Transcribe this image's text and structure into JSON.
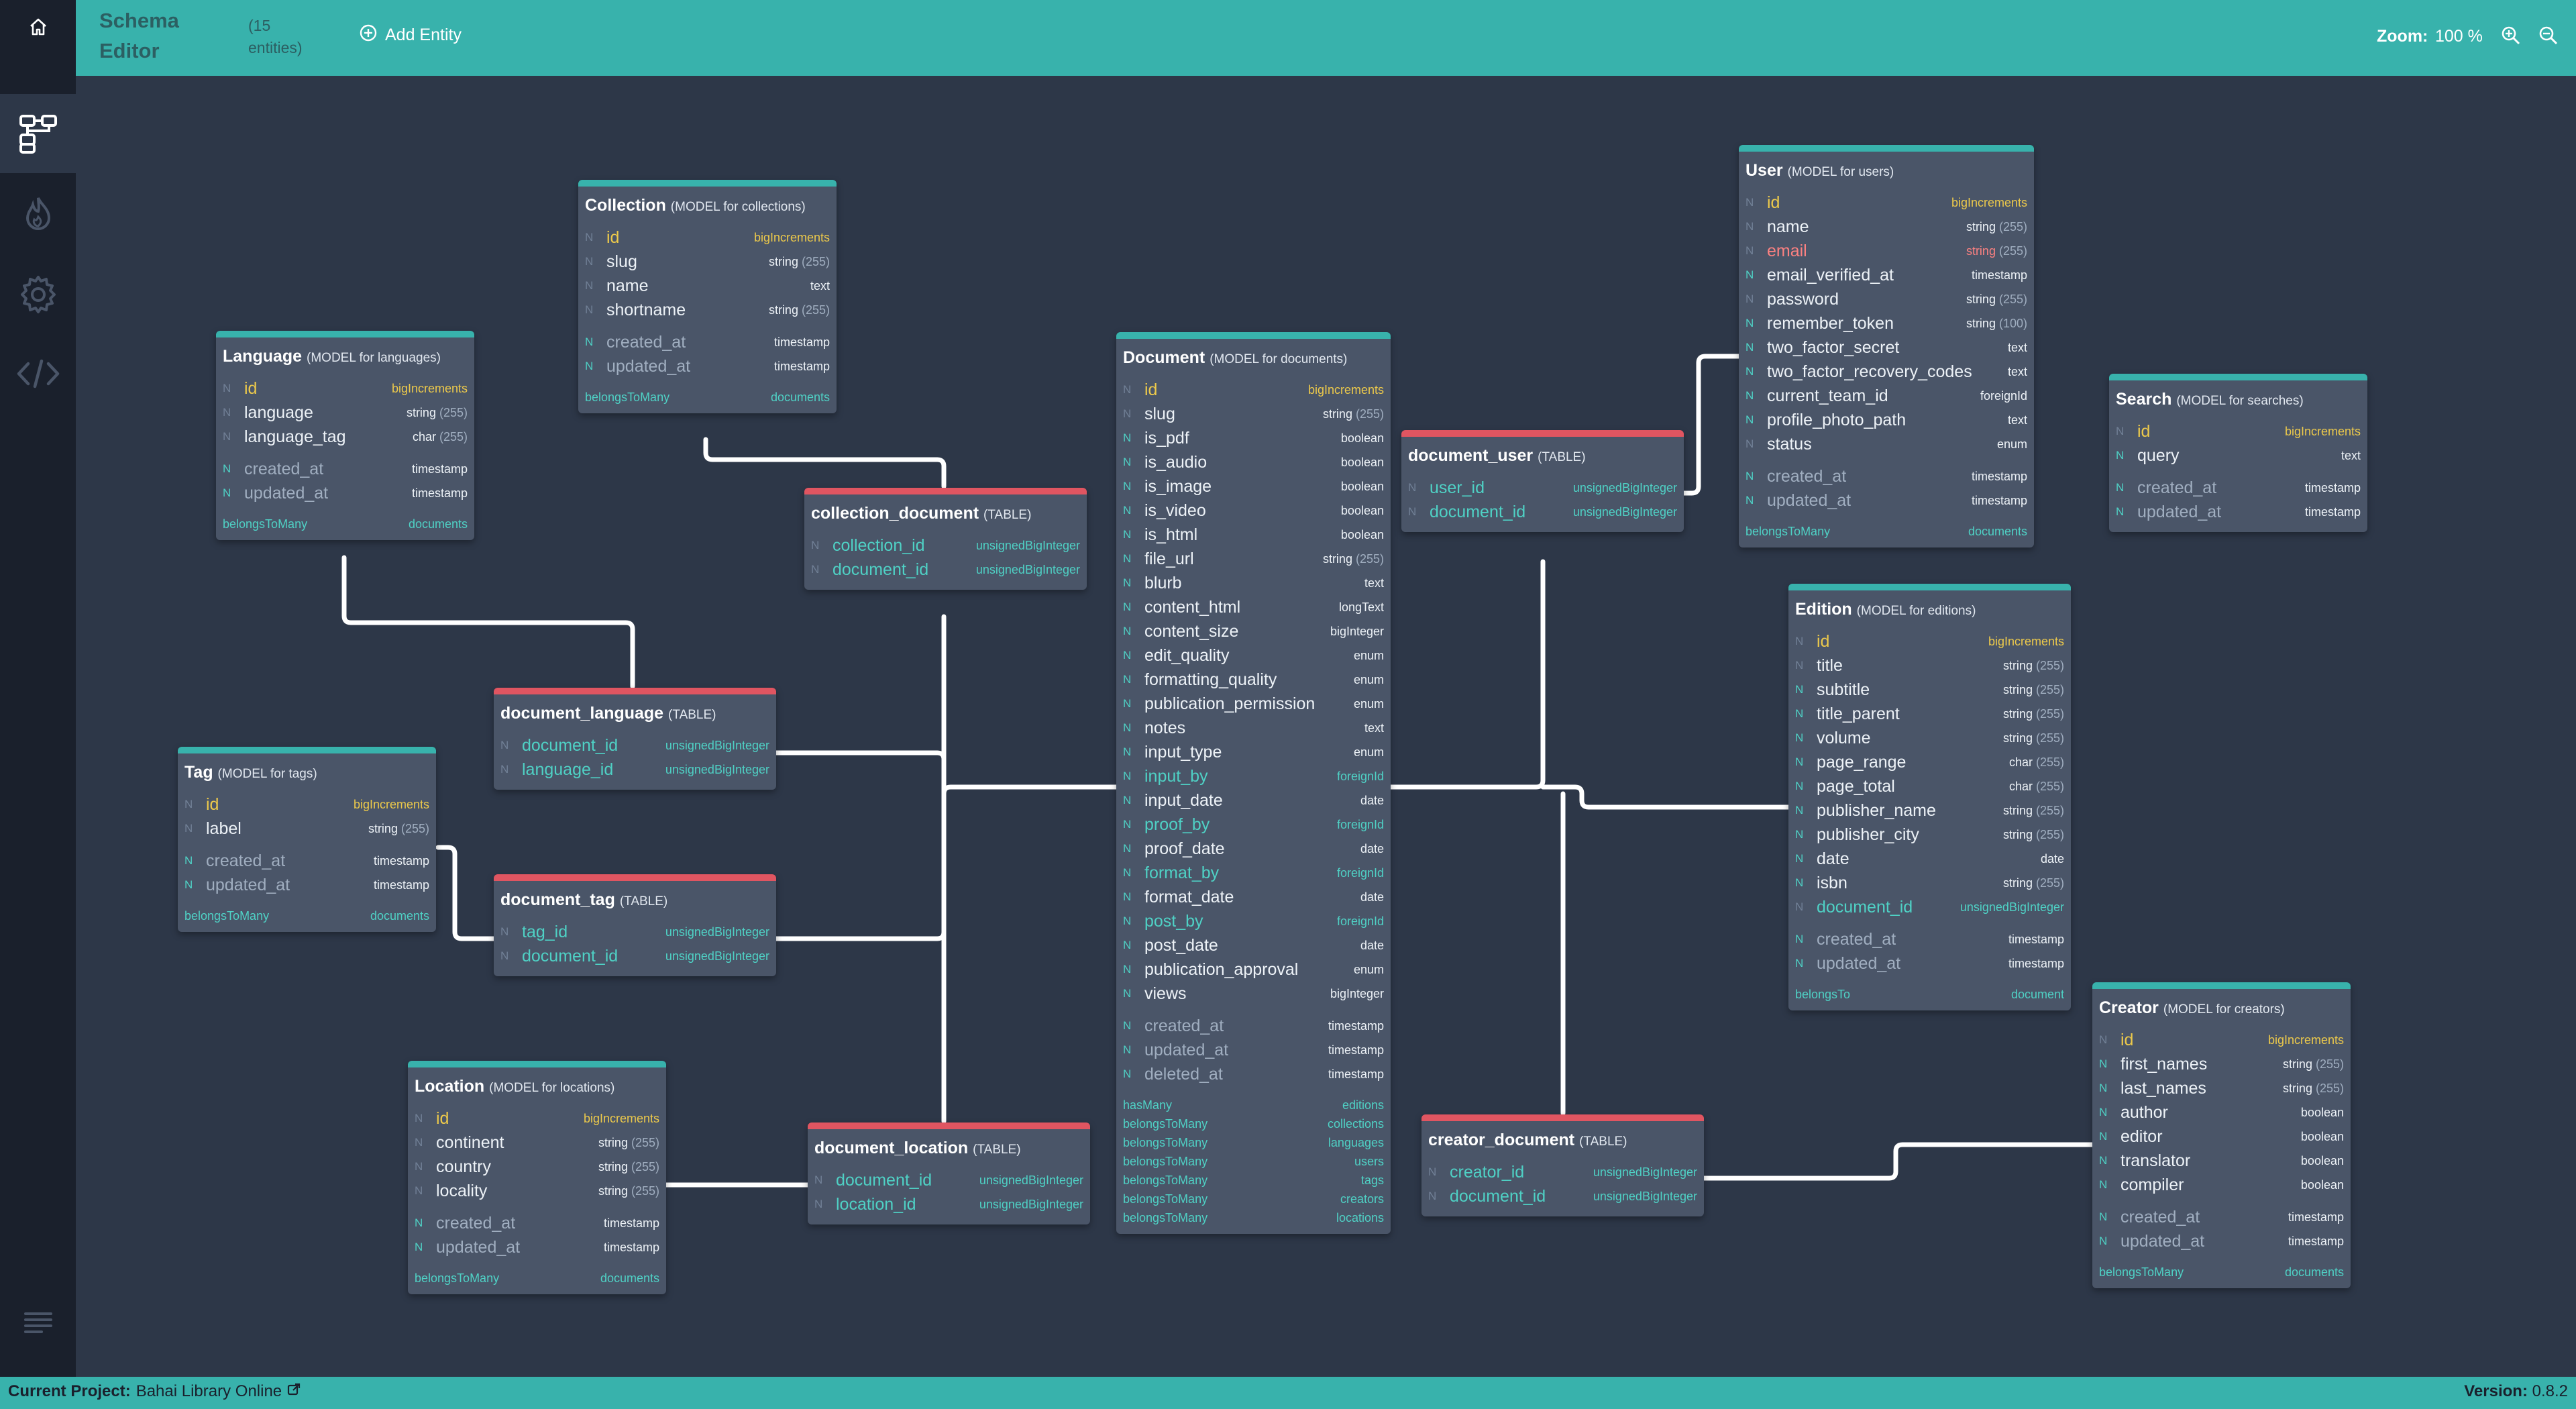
{
  "header": {
    "app_title": "Schema Editor",
    "entity_count": "(15 entities)",
    "add_entity_label": "Add Entity",
    "zoom_label": "Zoom:",
    "zoom_value": "100 %"
  },
  "sidebar": {
    "items": [
      {
        "icon": "home-icon"
      },
      {
        "icon": "schema-icon",
        "active": true
      },
      {
        "icon": "fire-icon"
      },
      {
        "icon": "gear-icon"
      },
      {
        "icon": "code-icon"
      },
      {
        "icon": "menu-icon"
      }
    ]
  },
  "footer": {
    "project_label": "Current Project:",
    "project_name": "Bahai Library Online",
    "version_label": "Version:",
    "version_value": "0.8.2"
  },
  "colors": {
    "accent": "#38b2ac",
    "pivot": "#e05561",
    "canvas": "#2d3748",
    "card": "#4a5568",
    "primary_key": "#ecc94b",
    "foreign_key": "#4fd1c5",
    "unique": "#fc8181"
  },
  "entities": [
    {
      "key": "collection",
      "name": "Collection",
      "type": "(MODEL for collections)",
      "kind": "model",
      "fields": [
        {
          "nl": "N",
          "name": "id",
          "type": "bigIncrements",
          "style": "pk"
        },
        {
          "nl": "N",
          "name": "slug",
          "type": "string",
          "len": "(255)"
        },
        {
          "nl": "N",
          "name": "name",
          "type": "text"
        },
        {
          "nl": "N",
          "name": "shortname",
          "type": "string",
          "len": "(255)"
        },
        {
          "sep": true
        },
        {
          "nl": "N",
          "nl_on": true,
          "name": "created_at",
          "type": "timestamp",
          "style": "ts"
        },
        {
          "nl": "N",
          "nl_on": true,
          "name": "updated_at",
          "type": "timestamp",
          "style": "ts"
        }
      ],
      "relations": [
        {
          "kind": "belongsToMany",
          "target": "documents"
        }
      ]
    },
    {
      "key": "language",
      "name": "Language",
      "type": "(MODEL for languages)",
      "kind": "model",
      "fields": [
        {
          "nl": "N",
          "name": "id",
          "type": "bigIncrements",
          "style": "pk"
        },
        {
          "nl": "N",
          "name": "language",
          "type": "string",
          "len": "(255)"
        },
        {
          "nl": "N",
          "name": "language_tag",
          "type": "char",
          "len": "(255)"
        },
        {
          "sep": true
        },
        {
          "nl": "N",
          "nl_on": true,
          "name": "created_at",
          "type": "timestamp",
          "style": "ts"
        },
        {
          "nl": "N",
          "nl_on": true,
          "name": "updated_at",
          "type": "timestamp",
          "style": "ts"
        }
      ],
      "relations": [
        {
          "kind": "belongsToMany",
          "target": "documents"
        }
      ]
    },
    {
      "key": "tag",
      "name": "Tag",
      "type": "(MODEL for tags)",
      "kind": "model",
      "fields": [
        {
          "nl": "N",
          "name": "id",
          "type": "bigIncrements",
          "style": "pk"
        },
        {
          "nl": "N",
          "name": "label",
          "type": "string",
          "len": "(255)"
        },
        {
          "sep": true
        },
        {
          "nl": "N",
          "nl_on": true,
          "name": "created_at",
          "type": "timestamp",
          "style": "ts"
        },
        {
          "nl": "N",
          "nl_on": true,
          "name": "updated_at",
          "type": "timestamp",
          "style": "ts"
        }
      ],
      "relations": [
        {
          "kind": "belongsToMany",
          "target": "documents"
        }
      ]
    },
    {
      "key": "location",
      "name": "Location",
      "type": "(MODEL for locations)",
      "kind": "model",
      "fields": [
        {
          "nl": "N",
          "name": "id",
          "type": "bigIncrements",
          "style": "pk"
        },
        {
          "nl": "N",
          "name": "continent",
          "type": "string",
          "len": "(255)"
        },
        {
          "nl": "N",
          "name": "country",
          "type": "string",
          "len": "(255)"
        },
        {
          "nl": "N",
          "name": "locality",
          "type": "string",
          "len": "(255)"
        },
        {
          "sep": true
        },
        {
          "nl": "N",
          "nl_on": true,
          "name": "created_at",
          "type": "timestamp",
          "style": "ts"
        },
        {
          "nl": "N",
          "nl_on": true,
          "name": "updated_at",
          "type": "timestamp",
          "style": "ts"
        }
      ],
      "relations": [
        {
          "kind": "belongsToMany",
          "target": "documents"
        }
      ]
    },
    {
      "key": "collection_document",
      "name": "collection_document",
      "type": "(TABLE)",
      "kind": "table",
      "fields": [
        {
          "nl": "N",
          "name": "collection_id",
          "type": "unsignedBigInteger",
          "style": "fk"
        },
        {
          "nl": "N",
          "name": "document_id",
          "type": "unsignedBigInteger",
          "style": "fk"
        }
      ]
    },
    {
      "key": "document_language",
      "name": "document_language",
      "type": "(TABLE)",
      "kind": "table",
      "fields": [
        {
          "nl": "N",
          "name": "document_id",
          "type": "unsignedBigInteger",
          "style": "fk"
        },
        {
          "nl": "N",
          "name": "language_id",
          "type": "unsignedBigInteger",
          "style": "fk"
        }
      ]
    },
    {
      "key": "document_tag",
      "name": "document_tag",
      "type": "(TABLE)",
      "kind": "table",
      "fields": [
        {
          "nl": "N",
          "name": "tag_id",
          "type": "unsignedBigInteger",
          "style": "fk"
        },
        {
          "nl": "N",
          "name": "document_id",
          "type": "unsignedBigInteger",
          "style": "fk"
        }
      ]
    },
    {
      "key": "document_location",
      "name": "document_location",
      "type": "(TABLE)",
      "kind": "table",
      "fields": [
        {
          "nl": "N",
          "name": "document_id",
          "type": "unsignedBigInteger",
          "style": "fk"
        },
        {
          "nl": "N",
          "name": "location_id",
          "type": "unsignedBigInteger",
          "style": "fk"
        }
      ]
    },
    {
      "key": "document",
      "name": "Document",
      "type": "(MODEL for documents)",
      "kind": "model",
      "fields": [
        {
          "nl": "N",
          "name": "id",
          "type": "bigIncrements",
          "style": "pk"
        },
        {
          "nl": "N",
          "name": "slug",
          "type": "string",
          "len": "(255)"
        },
        {
          "nl": "N",
          "nl_on": true,
          "name": "is_pdf",
          "type": "boolean"
        },
        {
          "nl": "N",
          "nl_on": true,
          "name": "is_audio",
          "type": "boolean"
        },
        {
          "nl": "N",
          "nl_on": true,
          "name": "is_image",
          "type": "boolean"
        },
        {
          "nl": "N",
          "nl_on": true,
          "name": "is_video",
          "type": "boolean"
        },
        {
          "nl": "N",
          "nl_on": true,
          "name": "is_html",
          "type": "boolean"
        },
        {
          "nl": "N",
          "nl_on": true,
          "name": "file_url",
          "type": "string",
          "len": "(255)"
        },
        {
          "nl": "N",
          "nl_on": true,
          "name": "blurb",
          "type": "text"
        },
        {
          "nl": "N",
          "nl_on": true,
          "name": "content_html",
          "type": "longText"
        },
        {
          "nl": "N",
          "nl_on": true,
          "name": "content_size",
          "type": "bigInteger"
        },
        {
          "nl": "N",
          "nl_on": true,
          "name": "edit_quality",
          "type": "enum"
        },
        {
          "nl": "N",
          "nl_on": true,
          "name": "formatting_quality",
          "type": "enum"
        },
        {
          "nl": "N",
          "nl_on": true,
          "name": "publication_permission",
          "type": "enum"
        },
        {
          "nl": "N",
          "nl_on": true,
          "name": "notes",
          "type": "text"
        },
        {
          "nl": "N",
          "nl_on": true,
          "name": "input_type",
          "type": "enum"
        },
        {
          "nl": "N",
          "nl_on": true,
          "name": "input_by",
          "type": "foreignId",
          "style": "fk"
        },
        {
          "nl": "N",
          "nl_on": true,
          "name": "input_date",
          "type": "date"
        },
        {
          "nl": "N",
          "nl_on": true,
          "name": "proof_by",
          "type": "foreignId",
          "style": "fk"
        },
        {
          "nl": "N",
          "nl_on": true,
          "name": "proof_date",
          "type": "date"
        },
        {
          "nl": "N",
          "nl_on": true,
          "name": "format_by",
          "type": "foreignId",
          "style": "fk"
        },
        {
          "nl": "N",
          "nl_on": true,
          "name": "format_date",
          "type": "date"
        },
        {
          "nl": "N",
          "nl_on": true,
          "name": "post_by",
          "type": "foreignId",
          "style": "fk"
        },
        {
          "nl": "N",
          "nl_on": true,
          "name": "post_date",
          "type": "date"
        },
        {
          "nl": "N",
          "nl_on": true,
          "name": "publication_approval",
          "type": "enum"
        },
        {
          "nl": "N",
          "nl_on": true,
          "name": "views",
          "type": "bigInteger"
        },
        {
          "sep": true
        },
        {
          "nl": "N",
          "nl_on": true,
          "name": "created_at",
          "type": "timestamp",
          "style": "ts"
        },
        {
          "nl": "N",
          "nl_on": true,
          "name": "updated_at",
          "type": "timestamp",
          "style": "ts"
        },
        {
          "nl": "N",
          "nl_on": true,
          "name": "deleted_at",
          "type": "timestamp",
          "style": "ts"
        }
      ],
      "relations": [
        {
          "kind": "hasMany",
          "target": "editions"
        },
        {
          "kind": "belongsToMany",
          "target": "collections"
        },
        {
          "kind": "belongsToMany",
          "target": "languages"
        },
        {
          "kind": "belongsToMany",
          "target": "users"
        },
        {
          "kind": "belongsToMany",
          "target": "tags"
        },
        {
          "kind": "belongsToMany",
          "target": "creators"
        },
        {
          "kind": "belongsToMany",
          "target": "locations"
        }
      ]
    },
    {
      "key": "document_user",
      "name": "document_user",
      "type": "(TABLE)",
      "kind": "table",
      "fields": [
        {
          "nl": "N",
          "name": "user_id",
          "type": "unsignedBigInteger",
          "style": "fk"
        },
        {
          "nl": "N",
          "name": "document_id",
          "type": "unsignedBigInteger",
          "style": "fk"
        }
      ]
    },
    {
      "key": "creator_document",
      "name": "creator_document",
      "type": "(TABLE)",
      "kind": "table",
      "fields": [
        {
          "nl": "N",
          "name": "creator_id",
          "type": "unsignedBigInteger",
          "style": "fk"
        },
        {
          "nl": "N",
          "name": "document_id",
          "type": "unsignedBigInteger",
          "style": "fk"
        }
      ]
    },
    {
      "key": "user",
      "name": "User",
      "type": "(MODEL for users)",
      "kind": "model",
      "fields": [
        {
          "nl": "N",
          "name": "id",
          "type": "bigIncrements",
          "style": "pk"
        },
        {
          "nl": "N",
          "name": "name",
          "type": "string",
          "len": "(255)"
        },
        {
          "nl": "N",
          "name": "email",
          "type": "string",
          "len": "(255)",
          "style": "uniq"
        },
        {
          "nl": "N",
          "nl_on": true,
          "name": "email_verified_at",
          "type": "timestamp"
        },
        {
          "nl": "N",
          "name": "password",
          "type": "string",
          "len": "(255)"
        },
        {
          "nl": "N",
          "nl_on": true,
          "name": "remember_token",
          "type": "string",
          "len": "(100)"
        },
        {
          "nl": "N",
          "nl_on": true,
          "name": "two_factor_secret",
          "type": "text"
        },
        {
          "nl": "N",
          "nl_on": true,
          "name": "two_factor_recovery_codes",
          "type": "text"
        },
        {
          "nl": "N",
          "nl_on": true,
          "name": "current_team_id",
          "type": "foreignId"
        },
        {
          "nl": "N",
          "nl_on": true,
          "name": "profile_photo_path",
          "type": "text"
        },
        {
          "nl": "N",
          "name": "status",
          "type": "enum"
        },
        {
          "sep": true
        },
        {
          "nl": "N",
          "nl_on": true,
          "name": "created_at",
          "type": "timestamp",
          "style": "ts"
        },
        {
          "nl": "N",
          "nl_on": true,
          "name": "updated_at",
          "type": "timestamp",
          "style": "ts"
        }
      ],
      "relations": [
        {
          "kind": "belongsToMany",
          "target": "documents"
        }
      ]
    },
    {
      "key": "edition",
      "name": "Edition",
      "type": "(MODEL for editions)",
      "kind": "model",
      "fields": [
        {
          "nl": "N",
          "name": "id",
          "type": "bigIncrements",
          "style": "pk"
        },
        {
          "nl": "N",
          "name": "title",
          "type": "string",
          "len": "(255)"
        },
        {
          "nl": "N",
          "nl_on": true,
          "name": "subtitle",
          "type": "string",
          "len": "(255)"
        },
        {
          "nl": "N",
          "nl_on": true,
          "name": "title_parent",
          "type": "string",
          "len": "(255)"
        },
        {
          "nl": "N",
          "nl_on": true,
          "name": "volume",
          "type": "string",
          "len": "(255)"
        },
        {
          "nl": "N",
          "nl_on": true,
          "name": "page_range",
          "type": "char",
          "len": "(255)"
        },
        {
          "nl": "N",
          "nl_on": true,
          "name": "page_total",
          "type": "char",
          "len": "(255)"
        },
        {
          "nl": "N",
          "nl_on": true,
          "name": "publisher_name",
          "type": "string",
          "len": "(255)"
        },
        {
          "nl": "N",
          "nl_on": true,
          "name": "publisher_city",
          "type": "string",
          "len": "(255)"
        },
        {
          "nl": "N",
          "nl_on": true,
          "name": "date",
          "type": "date"
        },
        {
          "nl": "N",
          "nl_on": true,
          "name": "isbn",
          "type": "string",
          "len": "(255)"
        },
        {
          "nl": "N",
          "name": "document_id",
          "type": "unsignedBigInteger",
          "style": "fk"
        },
        {
          "sep": true
        },
        {
          "nl": "N",
          "nl_on": true,
          "name": "created_at",
          "type": "timestamp",
          "style": "ts"
        },
        {
          "nl": "N",
          "nl_on": true,
          "name": "updated_at",
          "type": "timestamp",
          "style": "ts"
        }
      ],
      "relations": [
        {
          "kind": "belongsTo",
          "target": "document"
        }
      ]
    },
    {
      "key": "search",
      "name": "Search",
      "type": "(MODEL for searches)",
      "kind": "model",
      "fields": [
        {
          "nl": "N",
          "name": "id",
          "type": "bigIncrements",
          "style": "pk"
        },
        {
          "nl": "N",
          "nl_on": true,
          "name": "query",
          "type": "text"
        },
        {
          "sep": true
        },
        {
          "nl": "N",
          "nl_on": true,
          "name": "created_at",
          "type": "timestamp",
          "style": "ts"
        },
        {
          "nl": "N",
          "nl_on": true,
          "name": "updated_at",
          "type": "timestamp",
          "style": "ts"
        }
      ]
    },
    {
      "key": "creator",
      "name": "Creator",
      "type": "(MODEL for creators)",
      "kind": "model",
      "fields": [
        {
          "nl": "N",
          "name": "id",
          "type": "bigIncrements",
          "style": "pk"
        },
        {
          "nl": "N",
          "nl_on": true,
          "name": "first_names",
          "type": "string",
          "len": "(255)"
        },
        {
          "nl": "N",
          "nl_on": true,
          "name": "last_names",
          "type": "string",
          "len": "(255)"
        },
        {
          "nl": "N",
          "nl_on": true,
          "name": "author",
          "type": "boolean"
        },
        {
          "nl": "N",
          "nl_on": true,
          "name": "editor",
          "type": "boolean"
        },
        {
          "nl": "N",
          "nl_on": true,
          "name": "translator",
          "type": "boolean"
        },
        {
          "nl": "N",
          "nl_on": true,
          "name": "compiler",
          "type": "boolean"
        },
        {
          "sep": true
        },
        {
          "nl": "N",
          "nl_on": true,
          "name": "created_at",
          "type": "timestamp",
          "style": "ts"
        },
        {
          "nl": "N",
          "nl_on": true,
          "name": "updated_at",
          "type": "timestamp",
          "style": "ts"
        }
      ],
      "relations": [
        {
          "kind": "belongsToMany",
          "target": "documents"
        }
      ]
    }
  ]
}
